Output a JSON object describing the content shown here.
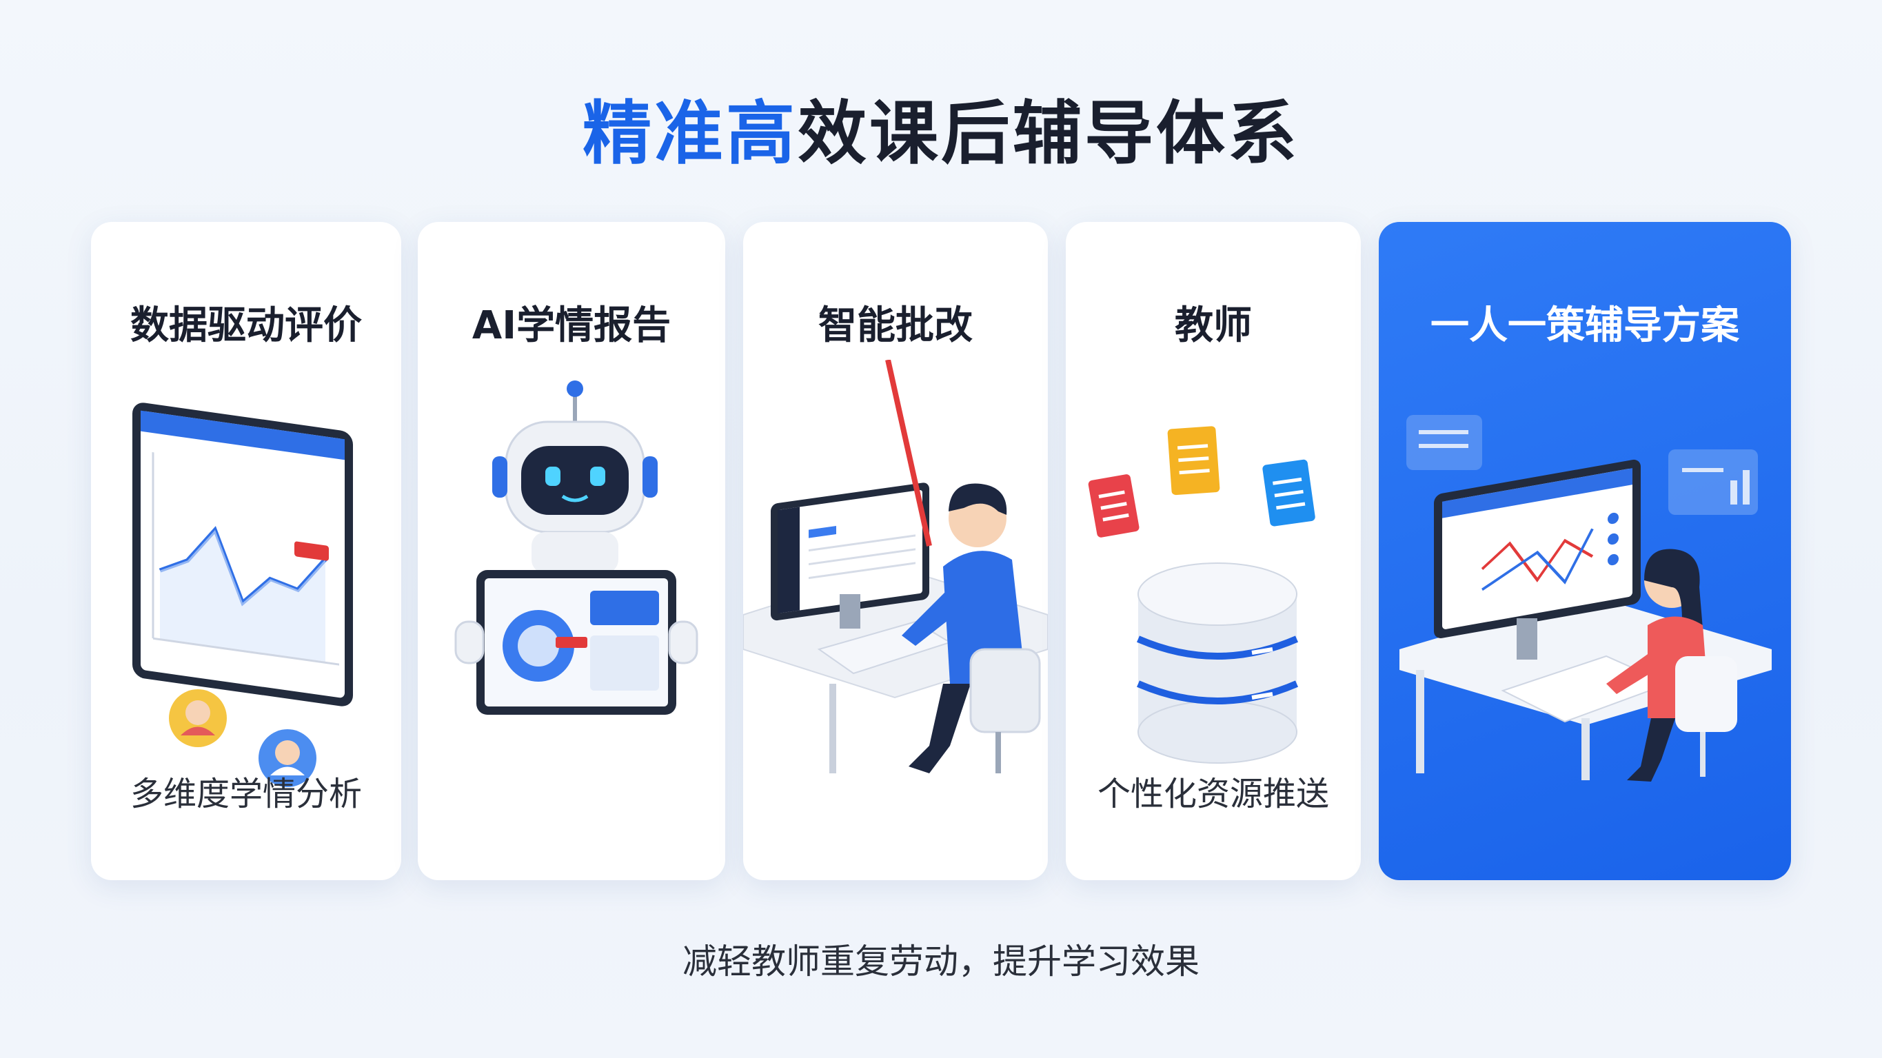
{
  "title": {
    "highlight": "精准高",
    "rest": "效课后辅导体系"
  },
  "colors": {
    "accent": "#1a64e8",
    "card_blue": "#2170f0",
    "text": "#1a1f2e"
  },
  "cards": [
    {
      "title": "数据驱动评价",
      "caption": "多维度学情分析",
      "icon": "dashboard-chart-illustration"
    },
    {
      "title": "AI学情报告",
      "caption": "",
      "icon": "robot-tablet-illustration"
    },
    {
      "title": "智能批改",
      "caption": "",
      "icon": "teacher-computer-illustration"
    },
    {
      "title": "教师",
      "caption": "个性化资源推送",
      "icon": "database-documents-illustration"
    },
    {
      "title": "一人一策辅导方案",
      "caption": "",
      "icon": "student-plan-illustration"
    }
  ],
  "footer": "减轻教师重复劳动，提升学习效果"
}
